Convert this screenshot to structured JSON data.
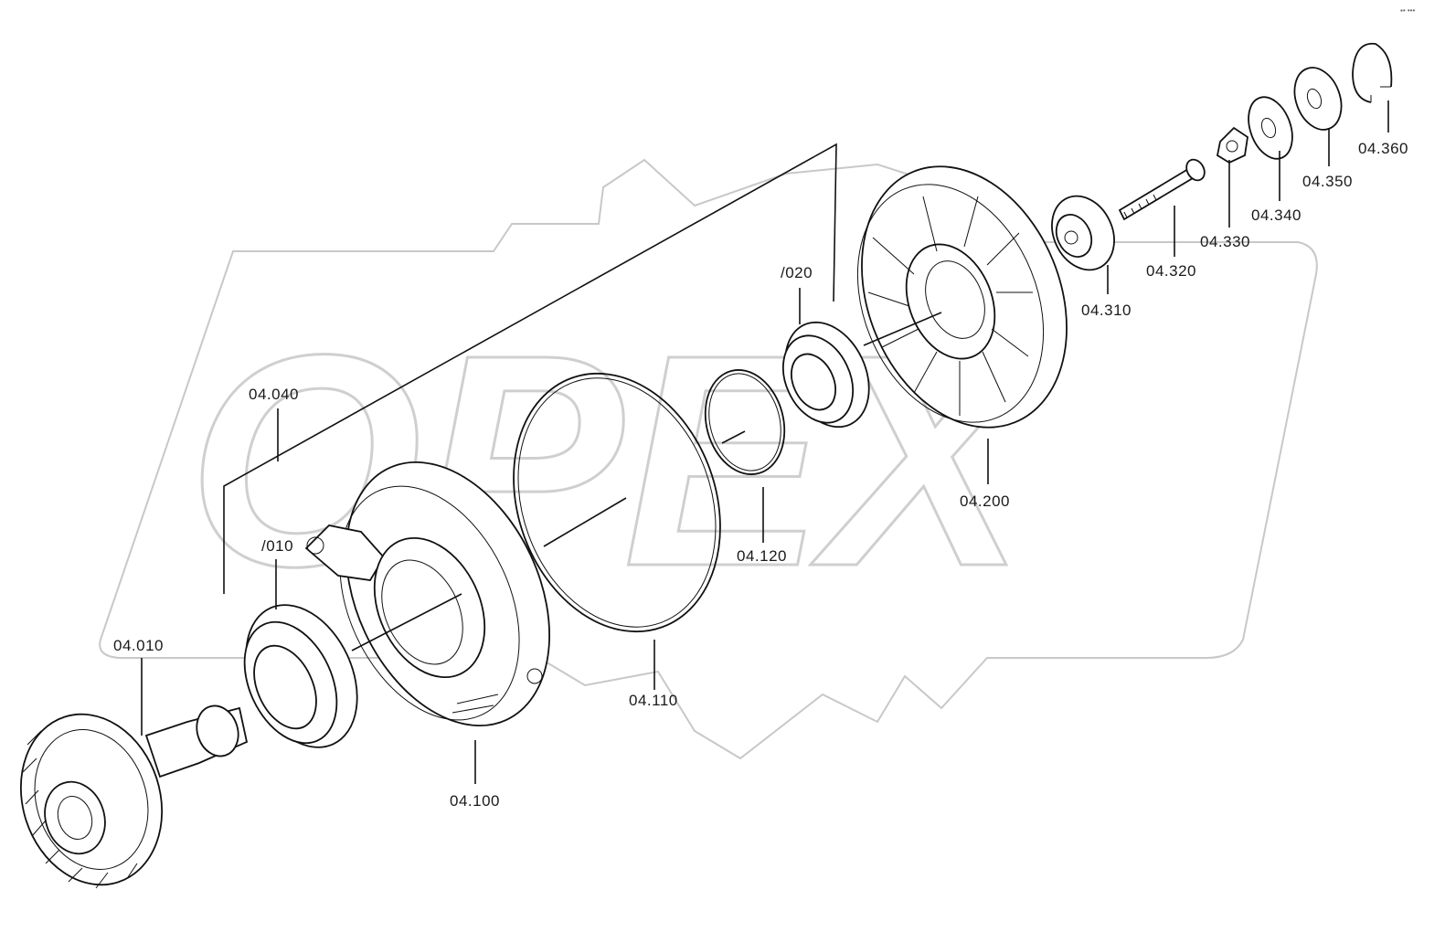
{
  "watermark": {
    "text": "OPEX"
  },
  "corner_mark": "▪• •••",
  "callouts": [
    {
      "id": "04.010",
      "label": "04.010"
    },
    {
      "id": "010",
      "label": "/010"
    },
    {
      "id": "04.040",
      "label": "04.040"
    },
    {
      "id": "04.100",
      "label": "04.100"
    },
    {
      "id": "04.110",
      "label": "04.110"
    },
    {
      "id": "04.120",
      "label": "04.120"
    },
    {
      "id": "020",
      "label": "/020"
    },
    {
      "id": "04.200",
      "label": "04.200"
    },
    {
      "id": "04.310",
      "label": "04.310"
    },
    {
      "id": "04.320",
      "label": "04.320"
    },
    {
      "id": "04.330",
      "label": "04.330"
    },
    {
      "id": "04.340",
      "label": "04.340"
    },
    {
      "id": "04.350",
      "label": "04.350"
    },
    {
      "id": "04.360",
      "label": "04.360"
    }
  ]
}
